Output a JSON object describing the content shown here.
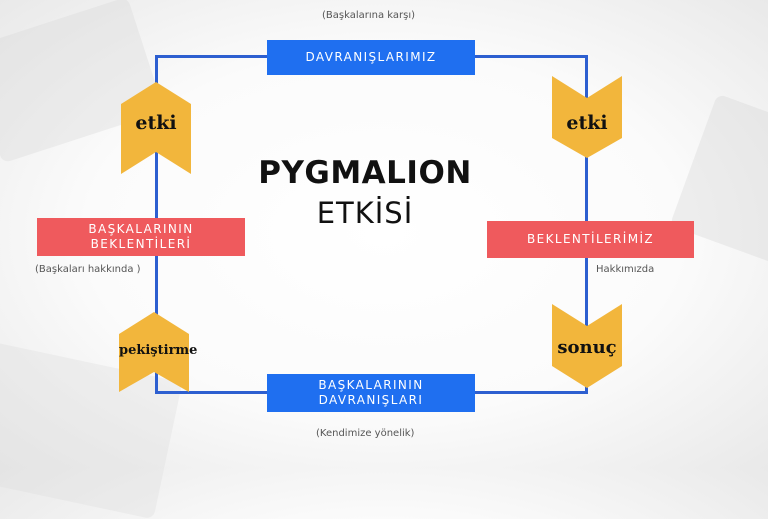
{
  "title_line1": "PYGMALION",
  "title_line2": "ETKİSİ",
  "boxes": {
    "top": "DAVRANIŞLARIMIZ",
    "right": "BEKLENTİLERİMİZ",
    "bottom_line1": "BAŞKALARININ",
    "bottom_line2": "DAVRANIŞLARI",
    "left_line1": "BAŞKALARININ",
    "left_line2": "BEKLENTİLERİ"
  },
  "notes": {
    "top": "(Başkalarına karşı)",
    "right": "Hakkımızda",
    "bottom": "(Kendimize yönelik)",
    "left": "(Başkaları hakkında )"
  },
  "arrows": {
    "top_left": "etki",
    "top_right": "etki",
    "bottom_right": "sonuç",
    "bottom_left": "pekiştirme"
  },
  "colors": {
    "blue_box": "#1f6ff0",
    "red_box": "#ef5a5d",
    "arrow": "#f2b63c",
    "frame": "#2d5fd0"
  }
}
